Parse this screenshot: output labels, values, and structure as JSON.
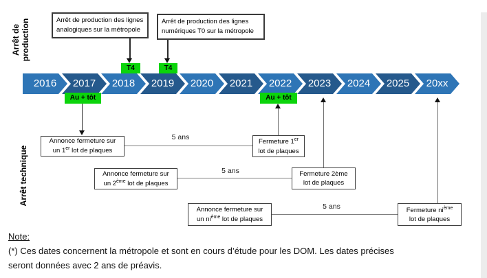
{
  "sections": {
    "production_label": "Arrêt de\nproduction",
    "technique_label": "Arrêt technique"
  },
  "timeline": {
    "years": [
      "2016",
      "2017",
      "2018",
      "2019",
      "2020",
      "2021",
      "2022",
      "2023",
      "2024",
      "2025",
      "20xx"
    ],
    "light_color": "#2E75B6",
    "dark_color": "#25598C"
  },
  "callouts": {
    "analog": {
      "line1": "Arrêt de production des lignes",
      "line2": "analogiques sur la métropole"
    },
    "numeric": {
      "line1": "Arrêt de production des lignes",
      "line2": "numériques T0 sur la métropole"
    }
  },
  "markers": {
    "green_color": "#0BD40B",
    "t4_1": "T4",
    "t4_2": "T4",
    "au_plus_tot_1": "Au + tôt",
    "au_plus_tot_2": "Au + tôt"
  },
  "technique": {
    "annonce1": {
      "line1": "Annonce fermeture sur",
      "line2_pre": "un 1",
      "sup": "er",
      "line2_post": " lot de plaques"
    },
    "fermeture1": {
      "line1_pre": "Fermeture 1",
      "sup": "er",
      "line2": "lot de plaques"
    },
    "duration1": "5 ans",
    "annonce2": {
      "line1": "Annonce fermeture sur",
      "line2_pre": "un 2",
      "sup": "ème",
      "line2_post": " lot de plaques"
    },
    "fermeture2": {
      "line1": "Fermeture 2ème",
      "line2": "lot de plaques"
    },
    "duration2": "5 ans",
    "annonce3": {
      "line1": "Annonce fermeture sur",
      "line2_pre": "un ni",
      "sup": "ème",
      "line2_post": " lot de plaques"
    },
    "fermeture3": {
      "line1_pre": "Fermeture ni",
      "sup": "ème",
      "line2": "lot de plaques"
    },
    "duration3": "5 ans"
  },
  "note": {
    "title": "Note:",
    "line1": "(*) Ces dates concernent la métropole et sont en cours d’étude pour les DOM. Les dates précises",
    "line2": "seront données avec 2 ans de préavis."
  }
}
